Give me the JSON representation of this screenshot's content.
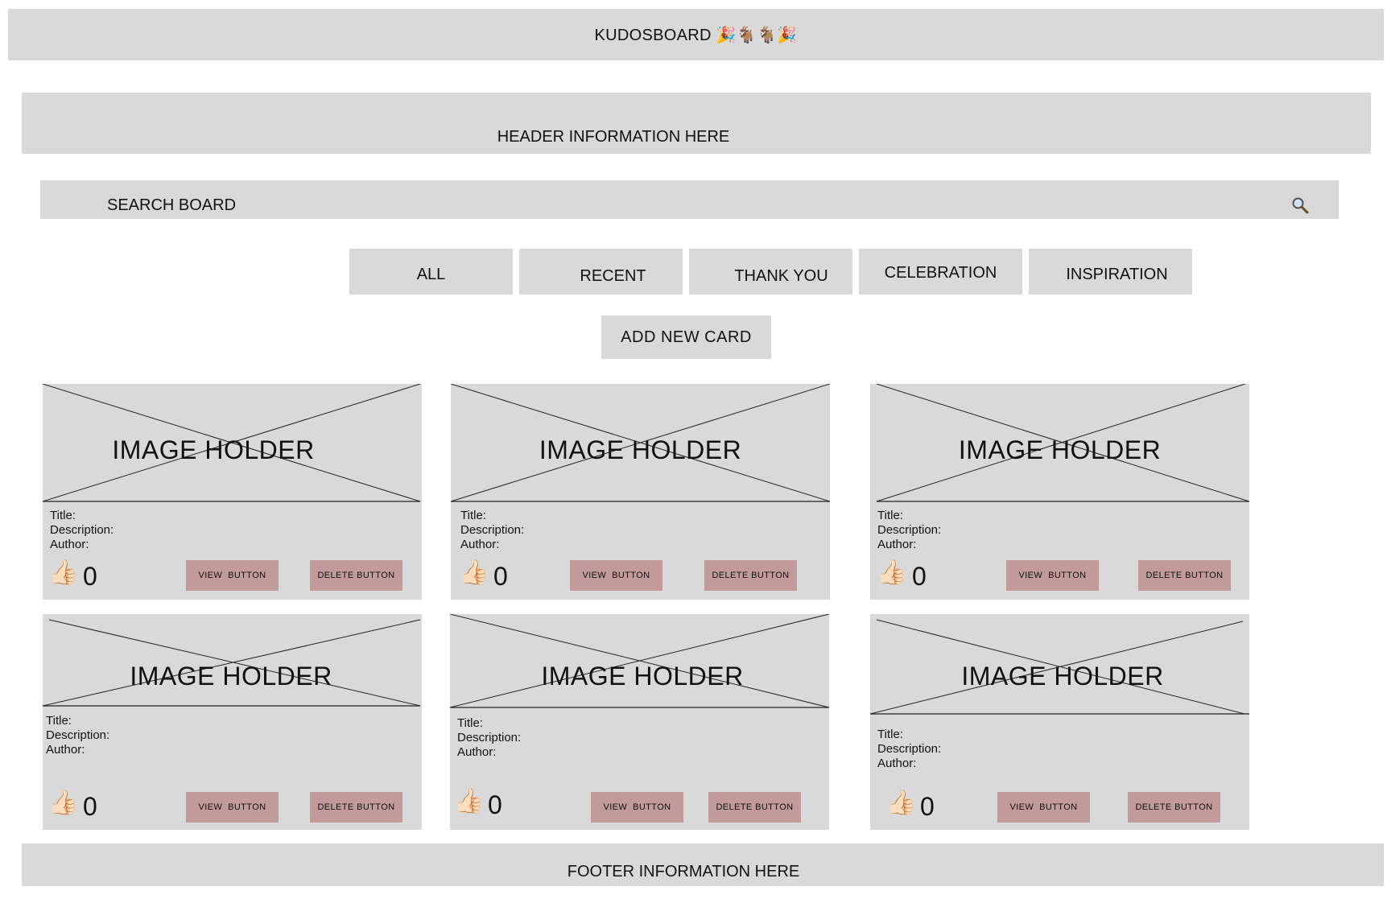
{
  "app": {
    "title": "KUDOSBOARD 🎉🐐🐐🎉"
  },
  "header": {
    "text": "HEADER INFORMATION HERE"
  },
  "search": {
    "label": "SEARCH BOARD",
    "icon": "search-icon"
  },
  "filters": [
    "ALL",
    "RECENT",
    "THANK YOU",
    "CELEBRATION",
    "INSPIRATION"
  ],
  "add_card": {
    "label": "ADD NEW  CARD"
  },
  "cards": [
    {
      "image_label": "IMAGE HOLDER",
      "title_label": "Title:",
      "description_label": "Description:",
      "author_label": "Author:",
      "likes": "0",
      "view_label": "VIEW  BUTTON",
      "delete_label": "DELETE BUTTON"
    },
    {
      "image_label": "IMAGE HOLDER",
      "title_label": "Title:",
      "description_label": "Description:",
      "author_label": "Author:",
      "likes": "0",
      "view_label": "VIEW  BUTTON",
      "delete_label": "DELETE BUTTON"
    },
    {
      "image_label": "IMAGE HOLDER",
      "title_label": "Title:",
      "description_label": "Description:",
      "author_label": "Author:",
      "likes": "0",
      "view_label": "VIEW  BUTTON",
      "delete_label": "DELETE BUTTON"
    },
    {
      "image_label": "IMAGE HOLDER",
      "title_label": "Title:",
      "description_label": "Description:",
      "author_label": "Author:",
      "likes": "0",
      "view_label": "VIEW  BUTTON",
      "delete_label": "DELETE BUTTON"
    },
    {
      "image_label": "IMAGE HOLDER",
      "title_label": "Title:",
      "description_label": "Description:",
      "author_label": "Author:",
      "likes": "0",
      "view_label": "VIEW  BUTTON",
      "delete_label": "DELETE BUTTON"
    },
    {
      "image_label": "IMAGE HOLDER",
      "title_label": "Title:",
      "description_label": "Description:",
      "author_label": "Author:",
      "likes": "0",
      "view_label": "VIEW  BUTTON",
      "delete_label": "DELETE BUTTON"
    }
  ],
  "like_icon": "👍🏻",
  "footer": {
    "text": "FOOTER INFORMATION HERE"
  },
  "colors": {
    "panel": "#d9d9d9",
    "button": "#c29a9b",
    "background": "#ffffff"
  }
}
